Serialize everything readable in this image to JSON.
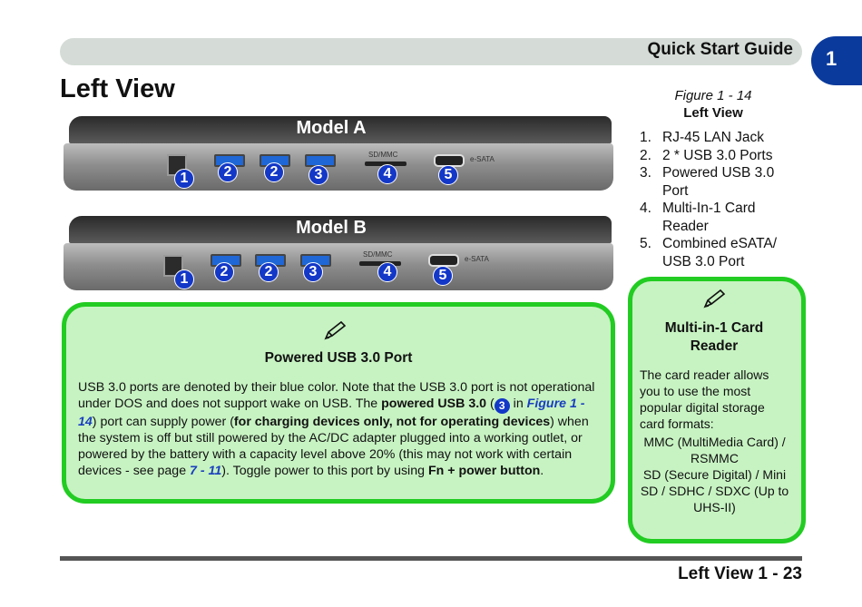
{
  "header": {
    "title": "Quick Start Guide",
    "chapter": "1"
  },
  "page_title": "Left View",
  "models": [
    {
      "label": "Model A",
      "callouts": [
        "1",
        "2",
        "2",
        "3",
        "4",
        "5"
      ],
      "port_labels": {
        "card": "SD/MMC",
        "esata": "e-SATA"
      }
    },
    {
      "label": "Model B",
      "callouts": [
        "1",
        "2",
        "2",
        "3",
        "4",
        "5"
      ],
      "port_labels": {
        "card": "SD/MMC",
        "esata": "e-SATA"
      }
    }
  ],
  "figure": {
    "number": "Figure 1 - 14",
    "name": "Left View",
    "items": [
      {
        "n": "1.",
        "text": "RJ-45 LAN Jack"
      },
      {
        "n": "2.",
        "text": "2 * USB 3.0 Ports"
      },
      {
        "n": "3.",
        "text": "Powered USB 3.0 Port"
      },
      {
        "n": "4.",
        "text": "Multi-In-1 Card Reader"
      },
      {
        "n": "5.",
        "text": "Combined eSATA/ USB 3.0 Port"
      }
    ]
  },
  "note_main": {
    "title": "Powered USB 3.0 Port",
    "t1": "USB 3.0 ports are denoted by their blue color. Note that the USB 3.0 port is not operational under DOS and does not support wake on USB. The ",
    "b1": "powered USB 3.0",
    "t2": " (",
    "badge": "3",
    "t3": " in ",
    "ref1": "Figure 1 - 14",
    "t4": ") port can supply power (",
    "b2": "for charging devices only, not for operating devices",
    "t5": ") when the system is off but still powered by the AC/DC adapter plugged into a working outlet, or powered by the battery with a capacity level above 20% (this may not work with certain devices - see page ",
    "ref2": "7 - 11",
    "t6": "). Toggle power to this port by using ",
    "b3": "Fn + power button",
    "t7": "."
  },
  "note_side": {
    "title": "Multi-in-1 Card Reader",
    "intro": "The card reader allows you to use the most popular digital storage card formats:",
    "formats1": "MMC (MultiMedia Card) / RSMMC",
    "formats2": "SD (Secure Digital) / Mini SD / SDHC / SDXC (Up to UHS-II)"
  },
  "footer": {
    "text": "Left View 1 - 23"
  }
}
